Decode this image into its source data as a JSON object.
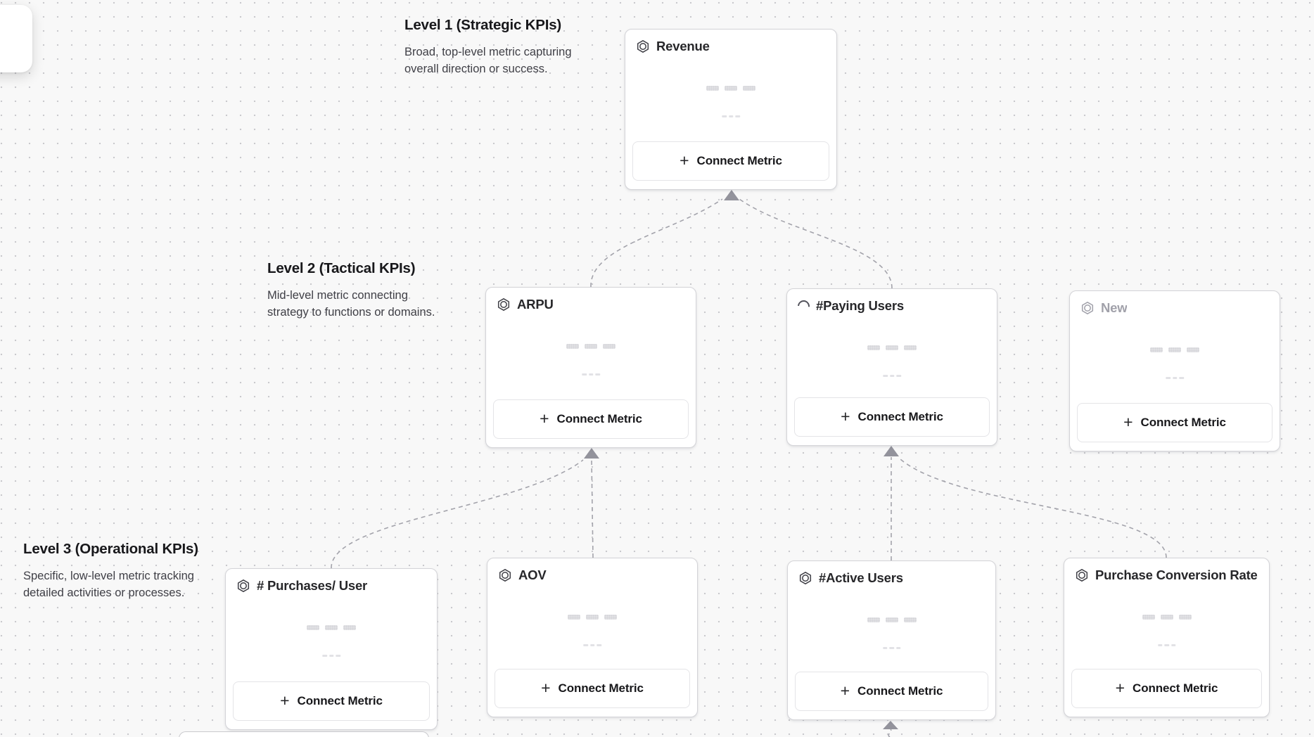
{
  "levels": [
    {
      "title": "Level 1 (Strategic KPIs)",
      "description": "Broad, top-level metric capturing overall direction or success."
    },
    {
      "title": "Level 2 (Tactical KPIs)",
      "description": "Mid-level metric connecting strategy to functions or domains."
    },
    {
      "title": "Level 3 (Operational KPIs)",
      "description": "Specific, low-level metric tracking detailed activities or processes."
    }
  ],
  "cards": [
    {
      "id": "revenue",
      "title": "Revenue",
      "level": 1,
      "icon": "hexagon-metric-icon",
      "state": "default"
    },
    {
      "id": "arpu",
      "title": "ARPU",
      "level": 2,
      "icon": "hexagon-metric-icon",
      "state": "default"
    },
    {
      "id": "paying-users",
      "title": "#Paying Users",
      "level": 2,
      "icon": "loading-spinner-icon",
      "state": "loading"
    },
    {
      "id": "new",
      "title": "New",
      "level": 2,
      "icon": "hexagon-metric-icon",
      "state": "placeholder"
    },
    {
      "id": "purchases-per-user",
      "title": "# Purchases/ User",
      "level": 3,
      "icon": "hexagon-metric-icon",
      "state": "default"
    },
    {
      "id": "aov",
      "title": "AOV",
      "level": 3,
      "icon": "hexagon-metric-icon",
      "state": "default"
    },
    {
      "id": "active-users",
      "title": "#Active Users",
      "level": 3,
      "icon": "hexagon-metric-icon",
      "state": "default"
    },
    {
      "id": "purchase-conversion-rate",
      "title": "Purchase Conversion Rate",
      "level": 3,
      "icon": "hexagon-metric-icon",
      "state": "default"
    }
  ],
  "connect_button": {
    "plus": "+",
    "label": "Connect Metric"
  },
  "connections": [
    {
      "from": "arpu",
      "to": "revenue"
    },
    {
      "from": "paying-users",
      "to": "revenue"
    },
    {
      "from": "purchases-per-user",
      "to": "arpu"
    },
    {
      "from": "aov",
      "to": "arpu"
    },
    {
      "from": "active-users",
      "to": "paying-users"
    },
    {
      "from": "purchase-conversion-rate",
      "to": "paying-users"
    },
    {
      "from": "offscreen-card",
      "to": "active-users"
    }
  ],
  "colors": {
    "background": "#f8f8f8",
    "dot_grid": "#c9c9cd",
    "card_border": "#d4d4d8",
    "connector": "#a3a3ab",
    "arrowhead": "#93939c",
    "title_text": "#27272a",
    "muted_text": "#a1a1aa"
  }
}
